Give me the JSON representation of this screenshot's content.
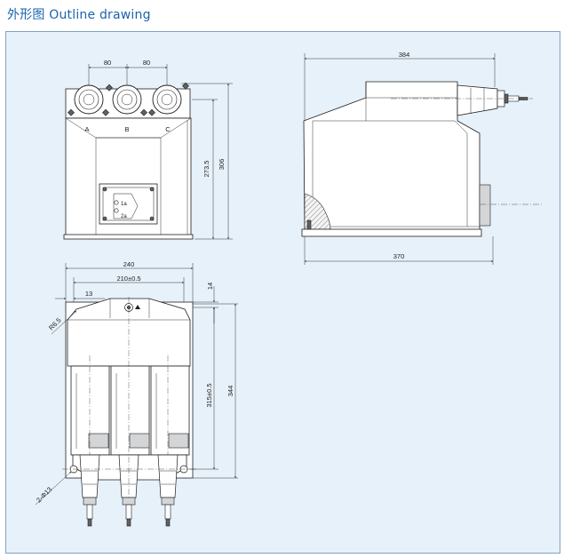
{
  "header": {
    "title": "外形图  Outline drawing"
  },
  "front_view": {
    "dims": {
      "spacing_left": "80",
      "spacing_right": "80",
      "height_273": "273.5",
      "height_306": "306"
    },
    "phase_labels": [
      "A",
      "B",
      "C"
    ],
    "nameplate": {
      "mark_1": "1a",
      "mark_2": "2a"
    }
  },
  "side_view": {
    "dims": {
      "top_length": "384",
      "bottom_length": "370"
    }
  },
  "bottom_view": {
    "dims": {
      "width_total": "240",
      "hole_spacing": "210±0.5",
      "edge_offset": "13",
      "top_offset": "14",
      "radius": "R6.5",
      "hole_pitch": "315±0.5",
      "length_total": "344",
      "holes": "2-Φ13"
    }
  },
  "colors": {
    "title": "#1a64ad",
    "panel_bg": "#e7f1f9",
    "panel_border": "#7ea3c2"
  }
}
